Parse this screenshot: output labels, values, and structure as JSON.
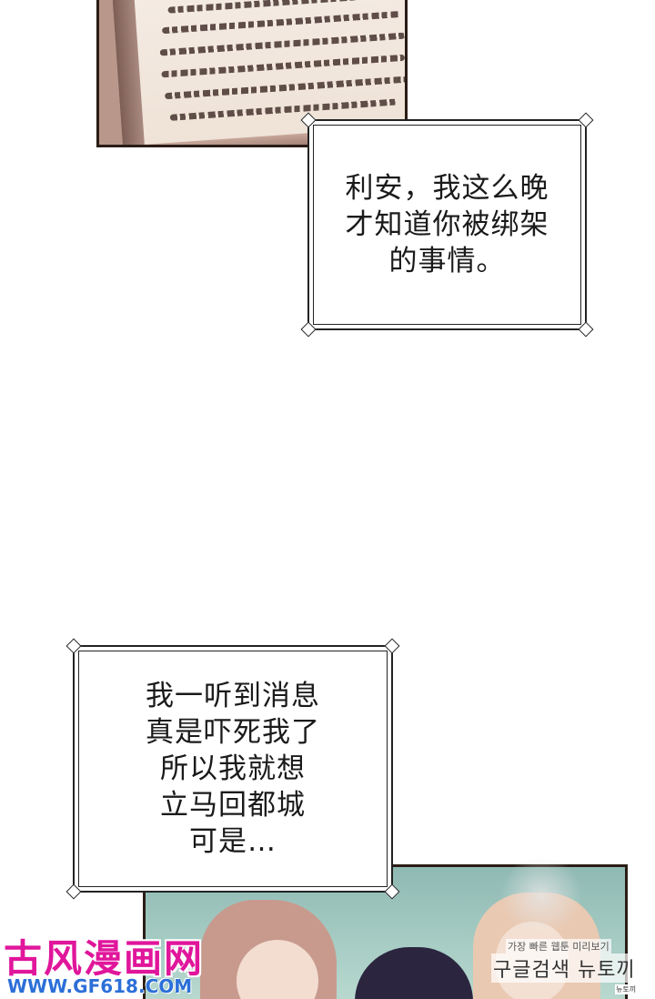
{
  "bubble_top": {
    "lines": [
      "利安，我这么晚",
      "才知道你被绑架",
      "的事情。"
    ]
  },
  "bubble_bottom": {
    "lines": [
      "我一听到消息",
      "真是吓死我了",
      "所以我就想",
      "立马回都城",
      "可是…"
    ]
  },
  "watermarks": {
    "site_name": "古风漫画网",
    "site_url": "WWW.GF618.COM",
    "korean_small": "가장 빠른 웹툰 미리보기",
    "korean_big": "구글검색 뉴토끼",
    "corner_tag": "뉴토끼"
  }
}
